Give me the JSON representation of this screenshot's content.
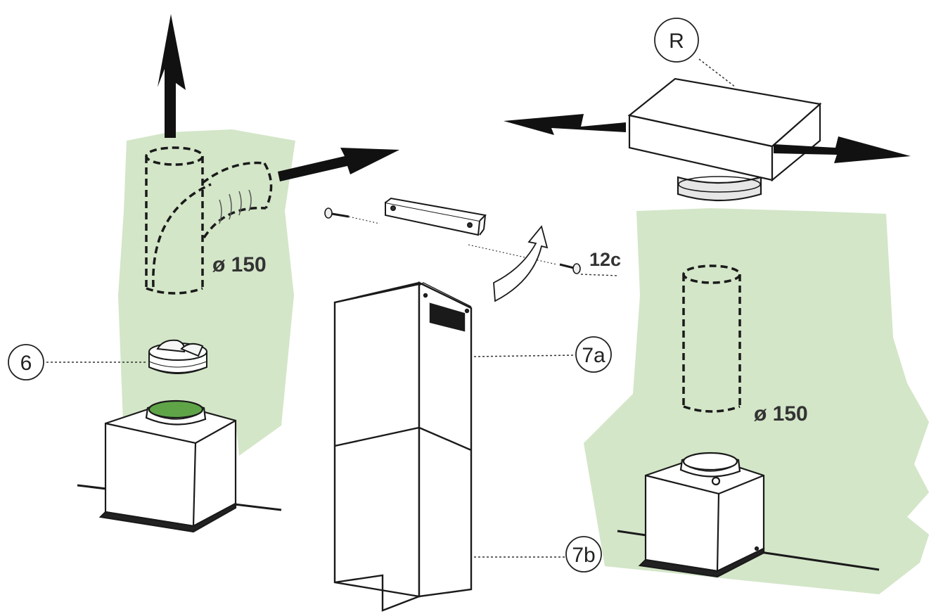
{
  "callouts": {
    "damper": "6",
    "recirculation_box": "R",
    "upper_chimney": "7a",
    "lower_chimney": "7b",
    "bracket_screw": "12c"
  },
  "dimensions": {
    "duct_left": "ø 150",
    "duct_right": "ø 150"
  },
  "colors": {
    "wall": "#d3e6c8",
    "line": "#1a1a1a",
    "arrow": "#111111"
  }
}
